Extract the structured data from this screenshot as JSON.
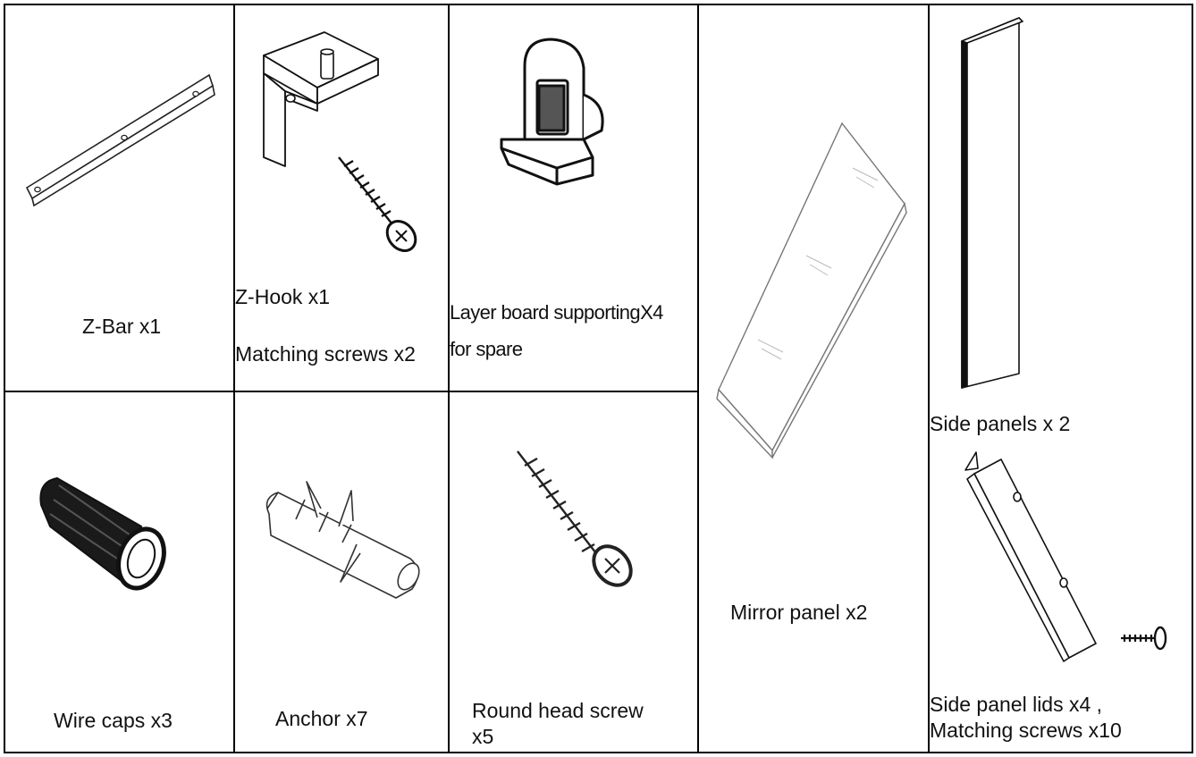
{
  "parts": [
    {
      "id": "z-bar",
      "label": "Z-Bar x1",
      "icon": "z-bar-icon"
    },
    {
      "id": "z-hook",
      "label_lines": [
        "Z-Hook x1",
        "Matching screws x2"
      ],
      "icon": "z-hook-icon"
    },
    {
      "id": "layer-board-support",
      "label_lines": [
        "Layer board supportingX4",
        "for spare"
      ],
      "icon": "shelf-support-icon"
    },
    {
      "id": "mirror-panel",
      "label": "Mirror panel x2",
      "icon": "mirror-panel-icon"
    },
    {
      "id": "side-panels",
      "label": "Side panels x 2",
      "icon": "side-panel-icon"
    },
    {
      "id": "wire-caps",
      "label": "Wire caps x3",
      "icon": "wire-cap-icon"
    },
    {
      "id": "anchor",
      "label": "Anchor x7",
      "icon": "anchor-icon"
    },
    {
      "id": "round-head-screw",
      "label_lines": [
        "Round head screw",
        "x5"
      ],
      "icon": "screw-icon"
    },
    {
      "id": "side-panel-lids",
      "label_lines": [
        "Side panel lids x4 ,",
        "Matching screws x10"
      ],
      "icon": "side-panel-lid-icon"
    }
  ]
}
